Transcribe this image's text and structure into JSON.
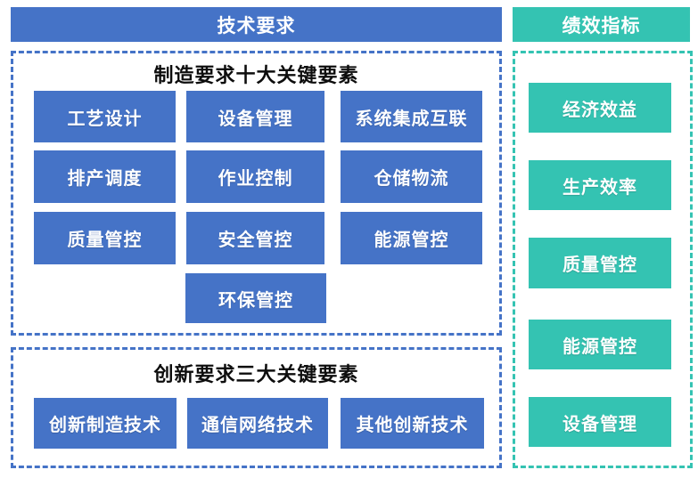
{
  "colors": {
    "blue": "#4573c7",
    "teal": "#34c3b2",
    "title_text": "#0d0d0d",
    "button_text": "#ffffff"
  },
  "headers": {
    "tech_requirements": "技术要求",
    "performance_indicators": "绩效指标"
  },
  "manufacturing": {
    "title": "制造要求十大关键要素",
    "items": [
      "工艺设计",
      "设备管理",
      "系统集成互联",
      "排产调度",
      "作业控制",
      "仓储物流",
      "质量管控",
      "安全管控",
      "能源管控",
      "环保管控"
    ]
  },
  "innovation": {
    "title": "创新要求三大关键要素",
    "items": [
      "创新制造技术",
      "通信网络技术",
      "其他创新技术"
    ]
  },
  "performance": {
    "items": [
      "经济效益",
      "生产效率",
      "质量管控",
      "能源管控",
      "设备管理"
    ]
  }
}
